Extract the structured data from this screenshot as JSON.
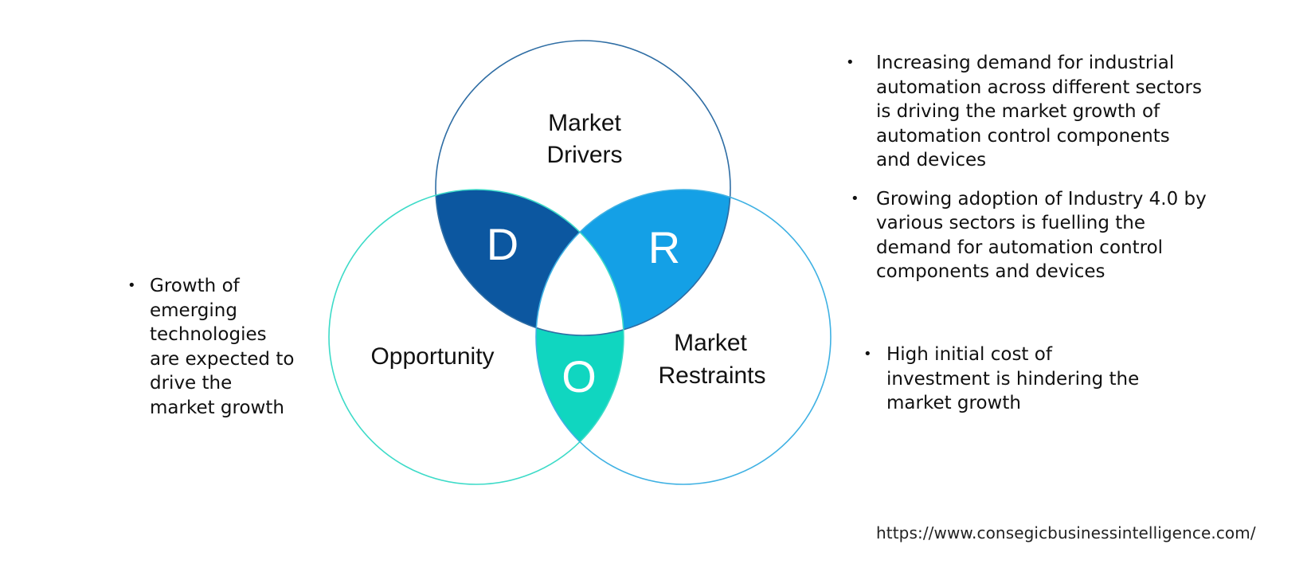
{
  "venn": {
    "drivers_label_line1": "Market",
    "drivers_label_line2": "Drivers",
    "opportunity_label": "Opportunity",
    "restraints_label_line1": "Market",
    "restraints_label_line2": "Restraints",
    "letter_d": "D",
    "letter_r": "R",
    "letter_o": "O",
    "colors": {
      "drivers_circle": "#2e6da4",
      "opportunity_circle": "#3ddbc8",
      "restraints_circle": "#3fb1e3",
      "d_region": "#0c57a0",
      "r_region": "#14a0e6",
      "o_region": "#10d6c0"
    }
  },
  "drivers": {
    "bullet": "•",
    "items": [
      "Increasing demand for industrial automation across different sectors is driving the market growth of automation control components and devices",
      "Growing adoption of Industry 4.0 by various sectors is fuelling the demand for automation control components and devices"
    ]
  },
  "restraints": {
    "bullet": "•",
    "items": [
      "High initial cost of investment is hindering the market growth"
    ]
  },
  "opportunity": {
    "bullet": "•",
    "items": [
      "Growth of emerging technologies are expected to drive the market growth"
    ]
  },
  "footer": {
    "url": "https://www.consegicbusinessintelligence.com/"
  }
}
